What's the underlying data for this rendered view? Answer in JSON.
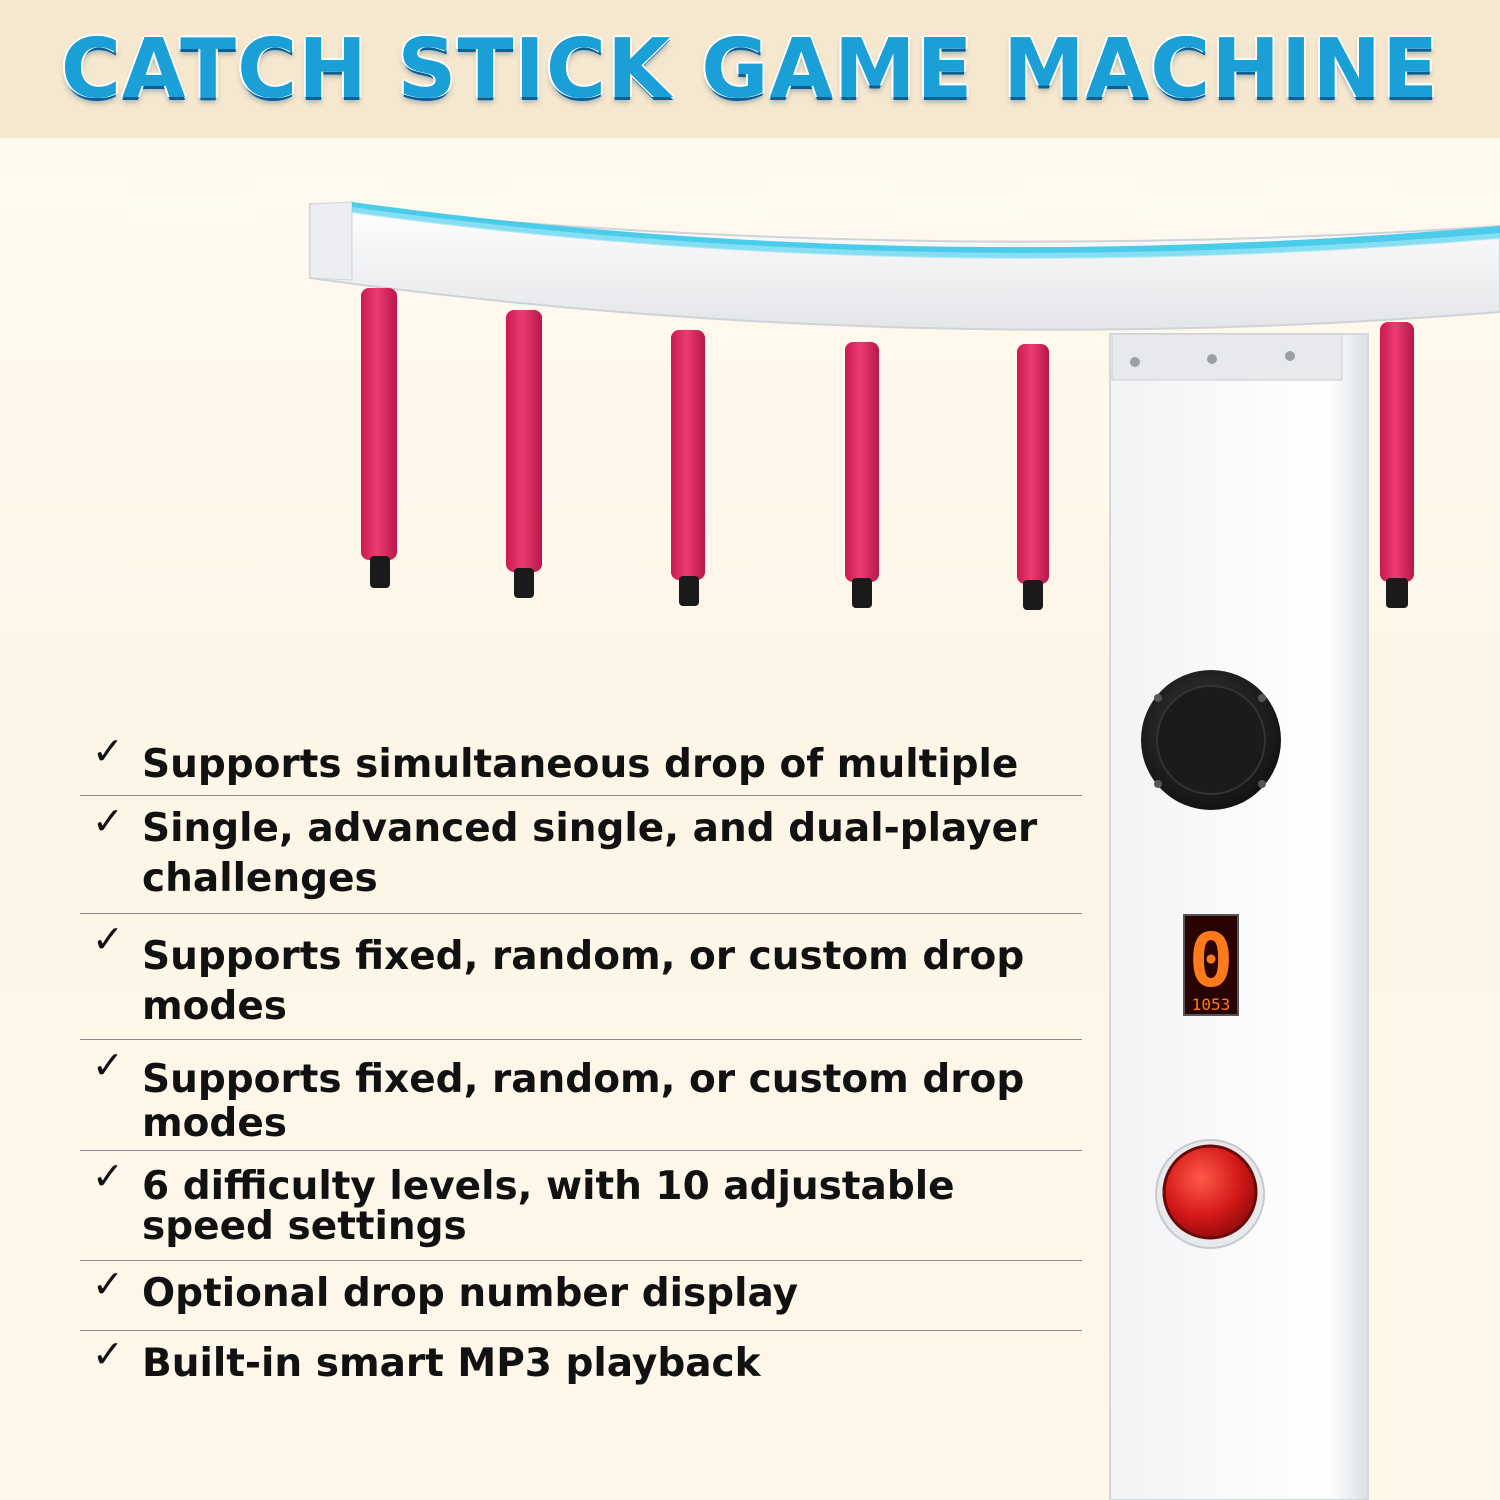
{
  "banner": {
    "title": "CATCH STICK GAME MACHINE"
  },
  "colors": {
    "title": "#1a9fd6",
    "stick": "#e0245e",
    "led": "#37c6e8",
    "button": "#d31818"
  },
  "display": {
    "digit": "0",
    "label": "1053"
  },
  "features": [
    {
      "check": "✓",
      "text": "Supports simultaneous drop of multiple"
    },
    {
      "check": "✓",
      "text": "Single, advanced single, and dual-player challenges"
    },
    {
      "check": "✓",
      "text": "Supports fixed, random, or custom drop modes"
    },
    {
      "check": "✓",
      "text": "Supports fixed, random, or custom drop modes"
    },
    {
      "check": "✓",
      "text": "6 difficulty levels, with 10 adjustable speed settings"
    },
    {
      "check": "✓",
      "text": "Optional drop number display"
    },
    {
      "check": "✓",
      "text": "Built-in smart MP3 playback"
    }
  ]
}
